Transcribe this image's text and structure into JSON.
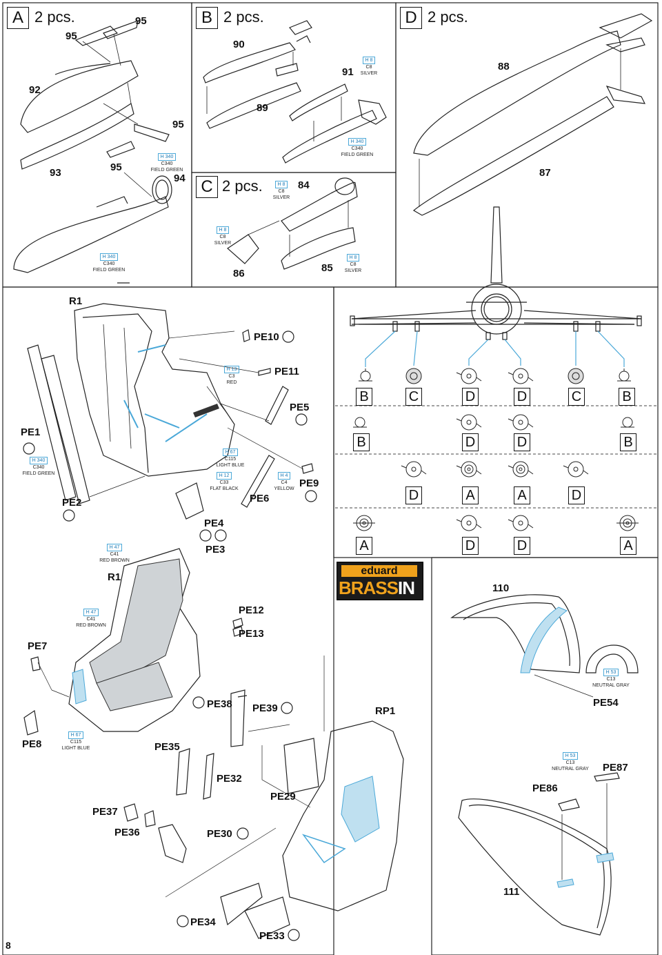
{
  "page_number": "8",
  "sections": {
    "A": {
      "letter": "A",
      "qty": "2 pcs."
    },
    "B": {
      "letter": "B",
      "qty": "2 pcs."
    },
    "C": {
      "letter": "C",
      "qty": "2 pcs."
    },
    "D": {
      "letter": "D",
      "qty": "2 pcs."
    }
  },
  "part_numbers": {
    "p95a": "95",
    "p95b": "95",
    "p95c": "95",
    "p95d": "95",
    "p92": "92",
    "p93": "93",
    "p94": "94",
    "p90": "90",
    "p89": "89",
    "p91": "91",
    "p84": "84",
    "p86": "86",
    "p85": "85",
    "p88": "88",
    "p87": "87",
    "p110": "110",
    "p111": "111"
  },
  "paint_callouts": {
    "field_green": {
      "h": "H 340",
      "c": "C340",
      "name": "FIELD GREEN"
    },
    "silver": {
      "h": "H 8",
      "c": "C8",
      "name": "SILVER"
    },
    "red": {
      "h": "H 13",
      "c": "C3",
      "name": "RED"
    },
    "light_blue": {
      "h": "H 67",
      "c": "C115",
      "name": "LIGHT BLUE"
    },
    "flat_black": {
      "h": "H 12",
      "c": "C33",
      "name": "FLAT BLACK"
    },
    "yellow": {
      "h": "H 4",
      "c": "C4",
      "name": "YELLOW"
    },
    "red_brown": {
      "h": "H 47",
      "c": "C41",
      "name": "RED BROWN"
    },
    "neutral_gray": {
      "h": "H 53",
      "c": "C13",
      "name": "NEUTRAL GRAY"
    }
  },
  "seat_labels": {
    "r1_top": "R1",
    "r1_bottom": "R1",
    "rp1": "RP1",
    "pe1": "PE1",
    "pe2": "PE2",
    "pe3": "PE3",
    "pe4": "PE4",
    "pe5": "PE5",
    "pe6": "PE6",
    "pe7": "PE7",
    "pe8": "PE8",
    "pe9": "PE9",
    "pe10": "PE10",
    "pe11": "PE11",
    "pe12": "PE12",
    "pe13": "PE13",
    "pe29": "PE29",
    "pe30": "PE30",
    "pe32": "PE32",
    "pe33": "PE33",
    "pe34": "PE34",
    "pe35": "PE35",
    "pe36": "PE36",
    "pe37": "PE37",
    "pe38": "PE38",
    "pe39": "PE39",
    "pe54": "PE54",
    "pe86": "PE86",
    "pe87": "PE87"
  },
  "loadout_rows": [
    [
      "B",
      "C",
      "D",
      "D",
      "C",
      "B"
    ],
    [
      "B",
      "D",
      "D",
      "B"
    ],
    [
      "D",
      "A",
      "A",
      "D"
    ],
    [
      "A",
      "D",
      "D",
      "A"
    ]
  ],
  "logo": {
    "top": "eduard",
    "bottom_left": "BRASS",
    "bottom_right": "IN"
  },
  "colors": {
    "accent_blue": "#4aa8d8",
    "logo_orange": "#f0a21c",
    "logo_black": "#1b1b1b"
  }
}
